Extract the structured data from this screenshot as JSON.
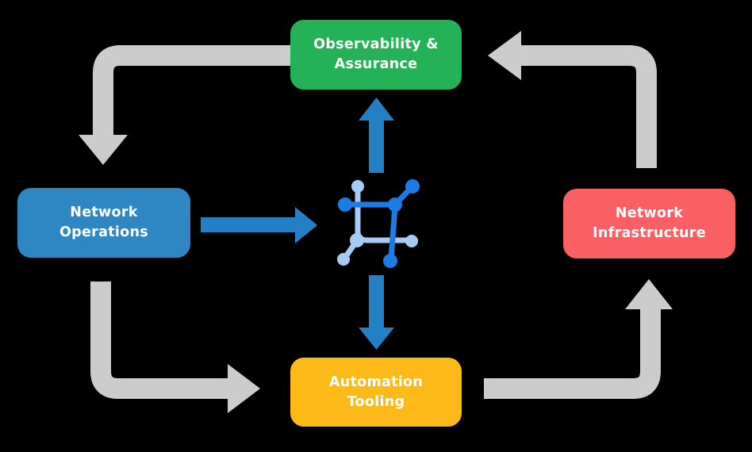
{
  "title": "Network automation lifecycle diagram",
  "colors": {
    "background": "#000000",
    "node-green": "#24b158",
    "node-blue": "#2e86c3",
    "node-red": "#fa5f63",
    "node-yellow": "#fcb917",
    "flow-arrow-gray": "#cccccc",
    "data-arrow-blue": "#2380c4",
    "icon-dark-blue": "#1b7ce5",
    "icon-light-blue": "#a8cbf5",
    "text": "#ffffff"
  },
  "nodes": {
    "observability": {
      "line1": "Observability &",
      "line2": "Assurance"
    },
    "operations": {
      "line1": "Network",
      "line2": "Operations"
    },
    "infrastructure": {
      "line1": "Network",
      "line2": "Infrastructure"
    },
    "automation": {
      "line1": "Automation",
      "line2": "Tooling"
    }
  },
  "center_icon": "network-mesh-icon",
  "edges": {
    "cycle_gray": [
      {
        "from": "observability",
        "to": "operations"
      },
      {
        "from": "operations",
        "to": "automation"
      },
      {
        "from": "automation",
        "to": "infrastructure"
      },
      {
        "from": "infrastructure",
        "to": "observability"
      }
    ],
    "data_blue": [
      {
        "from": "operations",
        "to": "center-icon"
      },
      {
        "from": "center-icon",
        "to": "observability"
      },
      {
        "from": "center-icon",
        "to": "automation"
      }
    ]
  }
}
